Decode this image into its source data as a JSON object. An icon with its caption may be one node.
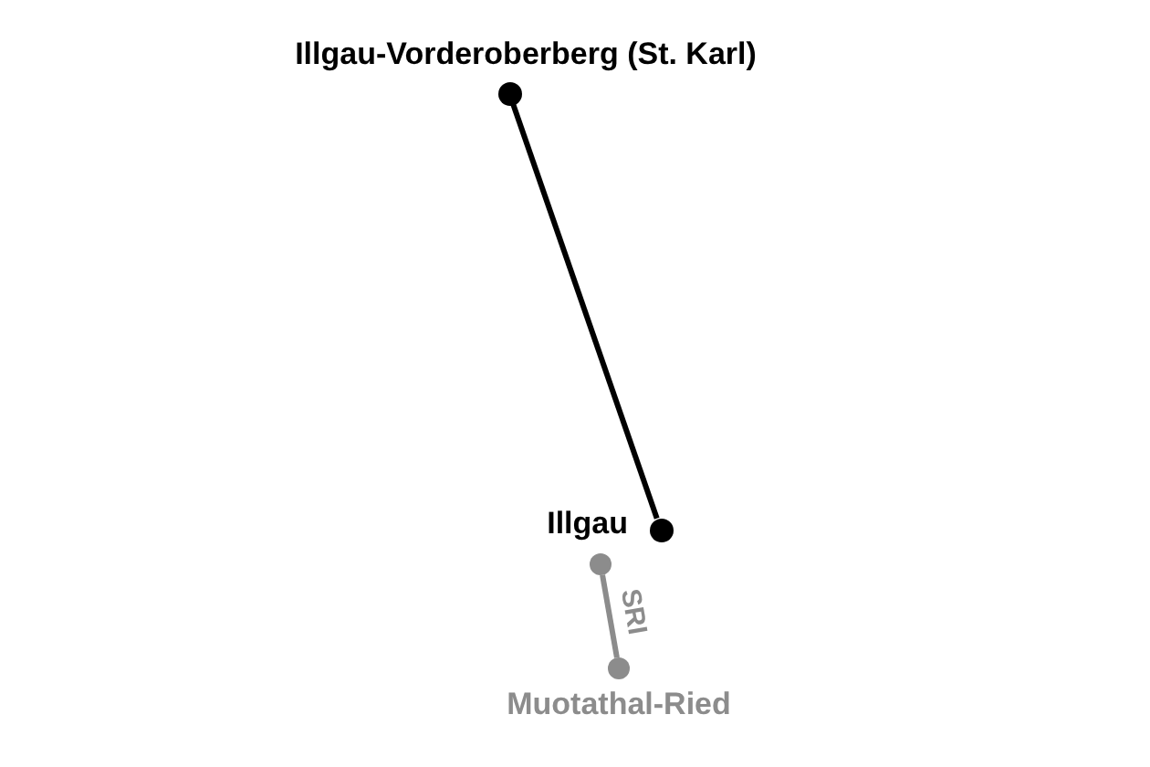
{
  "diagram": {
    "nodes": [
      {
        "text": [],
        "shape": "circle",
        "beside": [
          "Illgau-Vorderoberberg (St. Karl)"
        ]
      },
      {
        "text": [],
        "shape": "circle",
        "beside": [
          "Illgau"
        ]
      },
      {
        "text": [],
        "shape": "circle"
      },
      {
        "text": [],
        "shape": "circle",
        "beside": [
          "Muotathal-Ried"
        ]
      }
    ],
    "edges": [
      {
        "from": 0,
        "to": 1,
        "arrow": "none"
      },
      {
        "from": 2,
        "to": 3,
        "arrow": "none",
        "label": "SRI",
        "color": "#8c8c8c"
      }
    ]
  }
}
